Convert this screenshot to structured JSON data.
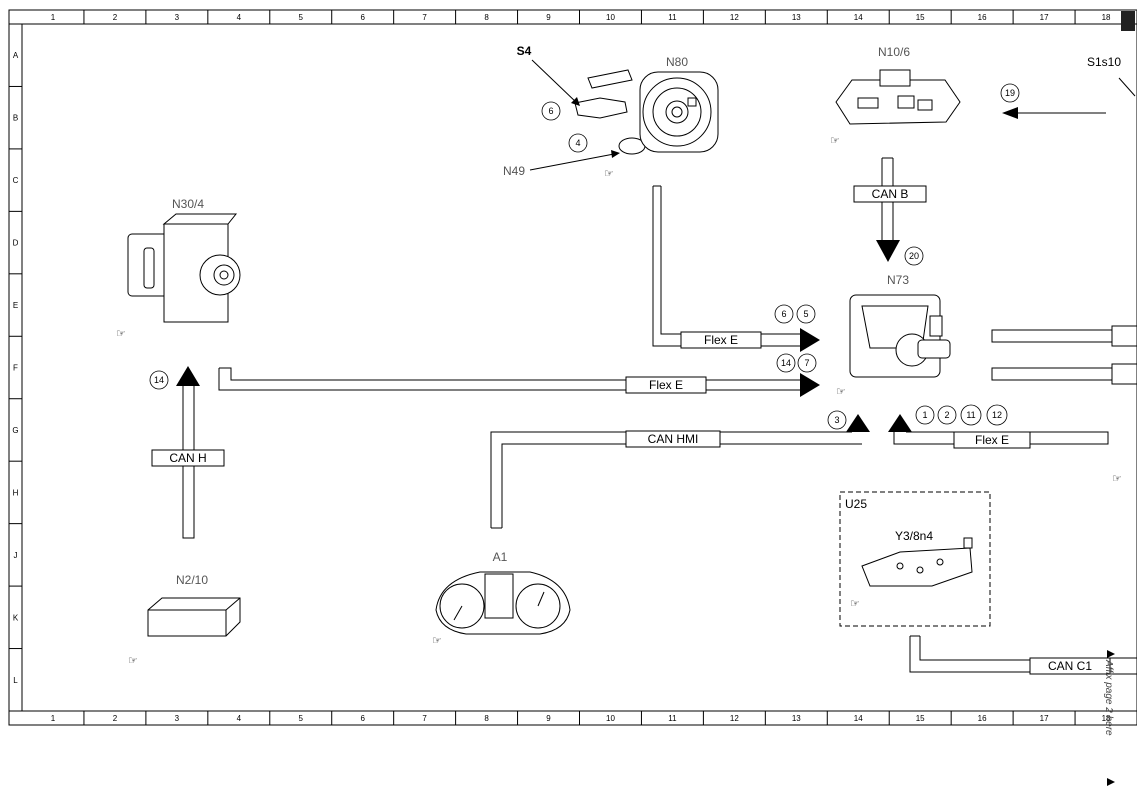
{
  "grid": {
    "columns": [
      "1",
      "2",
      "3",
      "4",
      "5",
      "6",
      "7",
      "8",
      "9",
      "10",
      "11",
      "12",
      "13",
      "14",
      "15",
      "16",
      "17",
      "18"
    ],
    "rows": [
      "A",
      "B",
      "C",
      "D",
      "E",
      "F",
      "G",
      "H",
      "J",
      "K",
      "L"
    ]
  },
  "components": {
    "s4": "S4",
    "n80": "N80",
    "n49": "N49",
    "n10_6": "N10/6",
    "s1s10": "S1s10",
    "n30_4": "N30/4",
    "n73": "N73",
    "n2_10": "N2/10",
    "a1": "A1",
    "u25": "U25",
    "y3_8n4": "Y3/8n4"
  },
  "buses": {
    "flex_e": "Flex E",
    "can_b": "CAN B",
    "can_h": "CAN H",
    "can_hmi": "CAN HMI",
    "can_c1": "CAN C1"
  },
  "callouts": [
    "6",
    "4",
    "19",
    "20",
    "6",
    "5",
    "14",
    "7",
    "14",
    "3",
    "1",
    "2",
    "11",
    "12"
  ],
  "side_note": "Affix page 2 here",
  "hand_icon": "pointing-hand-icon",
  "colors": {
    "line": "#000000",
    "label_gray": "#555555",
    "part_fill": "#f6f6f6"
  }
}
